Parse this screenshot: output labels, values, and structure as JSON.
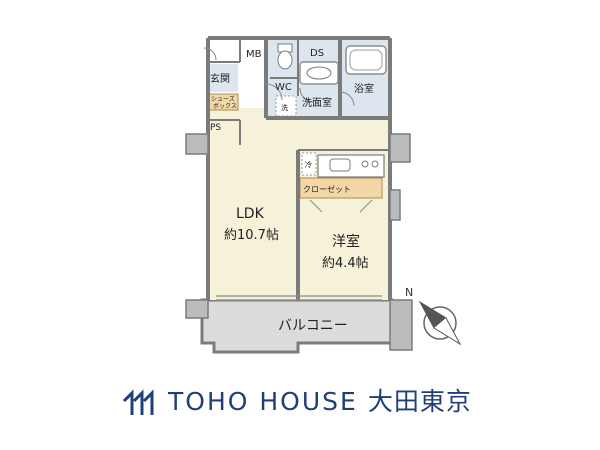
{
  "rooms": {
    "mb": "MB",
    "ds": "DS",
    "entrance": "玄関",
    "shoe_box_line1": "シューズ",
    "shoe_box_line2": "ボックス",
    "ps": "PS",
    "wc": "WC",
    "washer": "洗",
    "washroom": "洗面室",
    "bathroom": "浴室",
    "fridge": "冷",
    "closet": "クローゼット",
    "ldk_name": "LDK",
    "ldk_size": "約10.7帖",
    "western_name": "洋室",
    "western_size": "約4.4帖",
    "balcony": "バルコニー"
  },
  "compass": {
    "north_label": "N"
  },
  "brand": {
    "name_en": "TOHO HOUSE",
    "name_ja": "大田東京"
  },
  "colors": {
    "floor": "#f6f1d9",
    "wet_area": "#dde6ee",
    "closet": "#f3d7a6",
    "balcony": "#dcdcdc",
    "wall": "#7b7b7b",
    "brand_blue": "#1f3f78"
  }
}
